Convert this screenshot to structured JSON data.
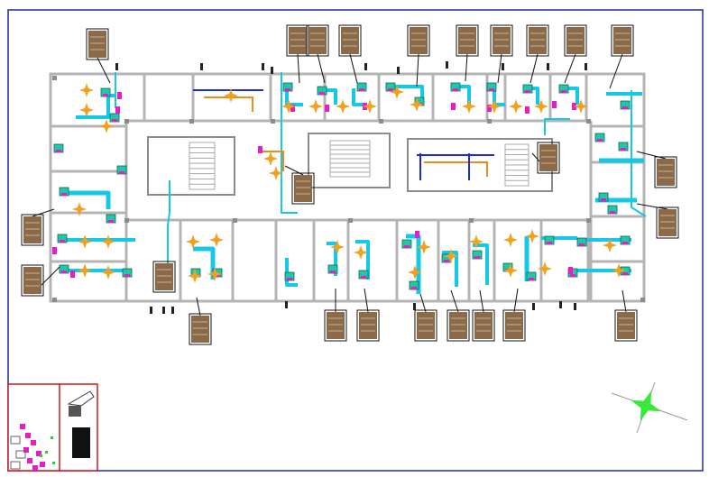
{
  "drawing": {
    "type": "HVAC floor plan (CAD drawing)",
    "has_text_labels": false
  },
  "colors": {
    "frame": "#1f2a9a",
    "wall": "#b4b4b4",
    "wall_dark": "#8c8c8c",
    "duct": "#14c8e6",
    "duct_fill": "#7fe3f0",
    "diffuser": "#f2a11c",
    "unit_body": "#22c6a8",
    "unit_accent": "#e61ec8",
    "pipe": "#1f2ad8",
    "pipe_alt": "#f08a1a",
    "tag_fill": "#8a6a4a",
    "tag_stroke": "#111111",
    "leader": "#111111",
    "stair": "#a8a8a8",
    "title_block": "#d01818",
    "north_arrow": "#39e839"
  },
  "rooms": {
    "north": 9,
    "south": 10,
    "stairs": 3
  },
  "equipment_tags": {
    "north": 11,
    "south": 10,
    "west": 4,
    "east": 3
  },
  "icons": [
    "north-arrow-icon",
    "stair-icon",
    "fan-coil-unit-icon",
    "diffuser-icon"
  ]
}
